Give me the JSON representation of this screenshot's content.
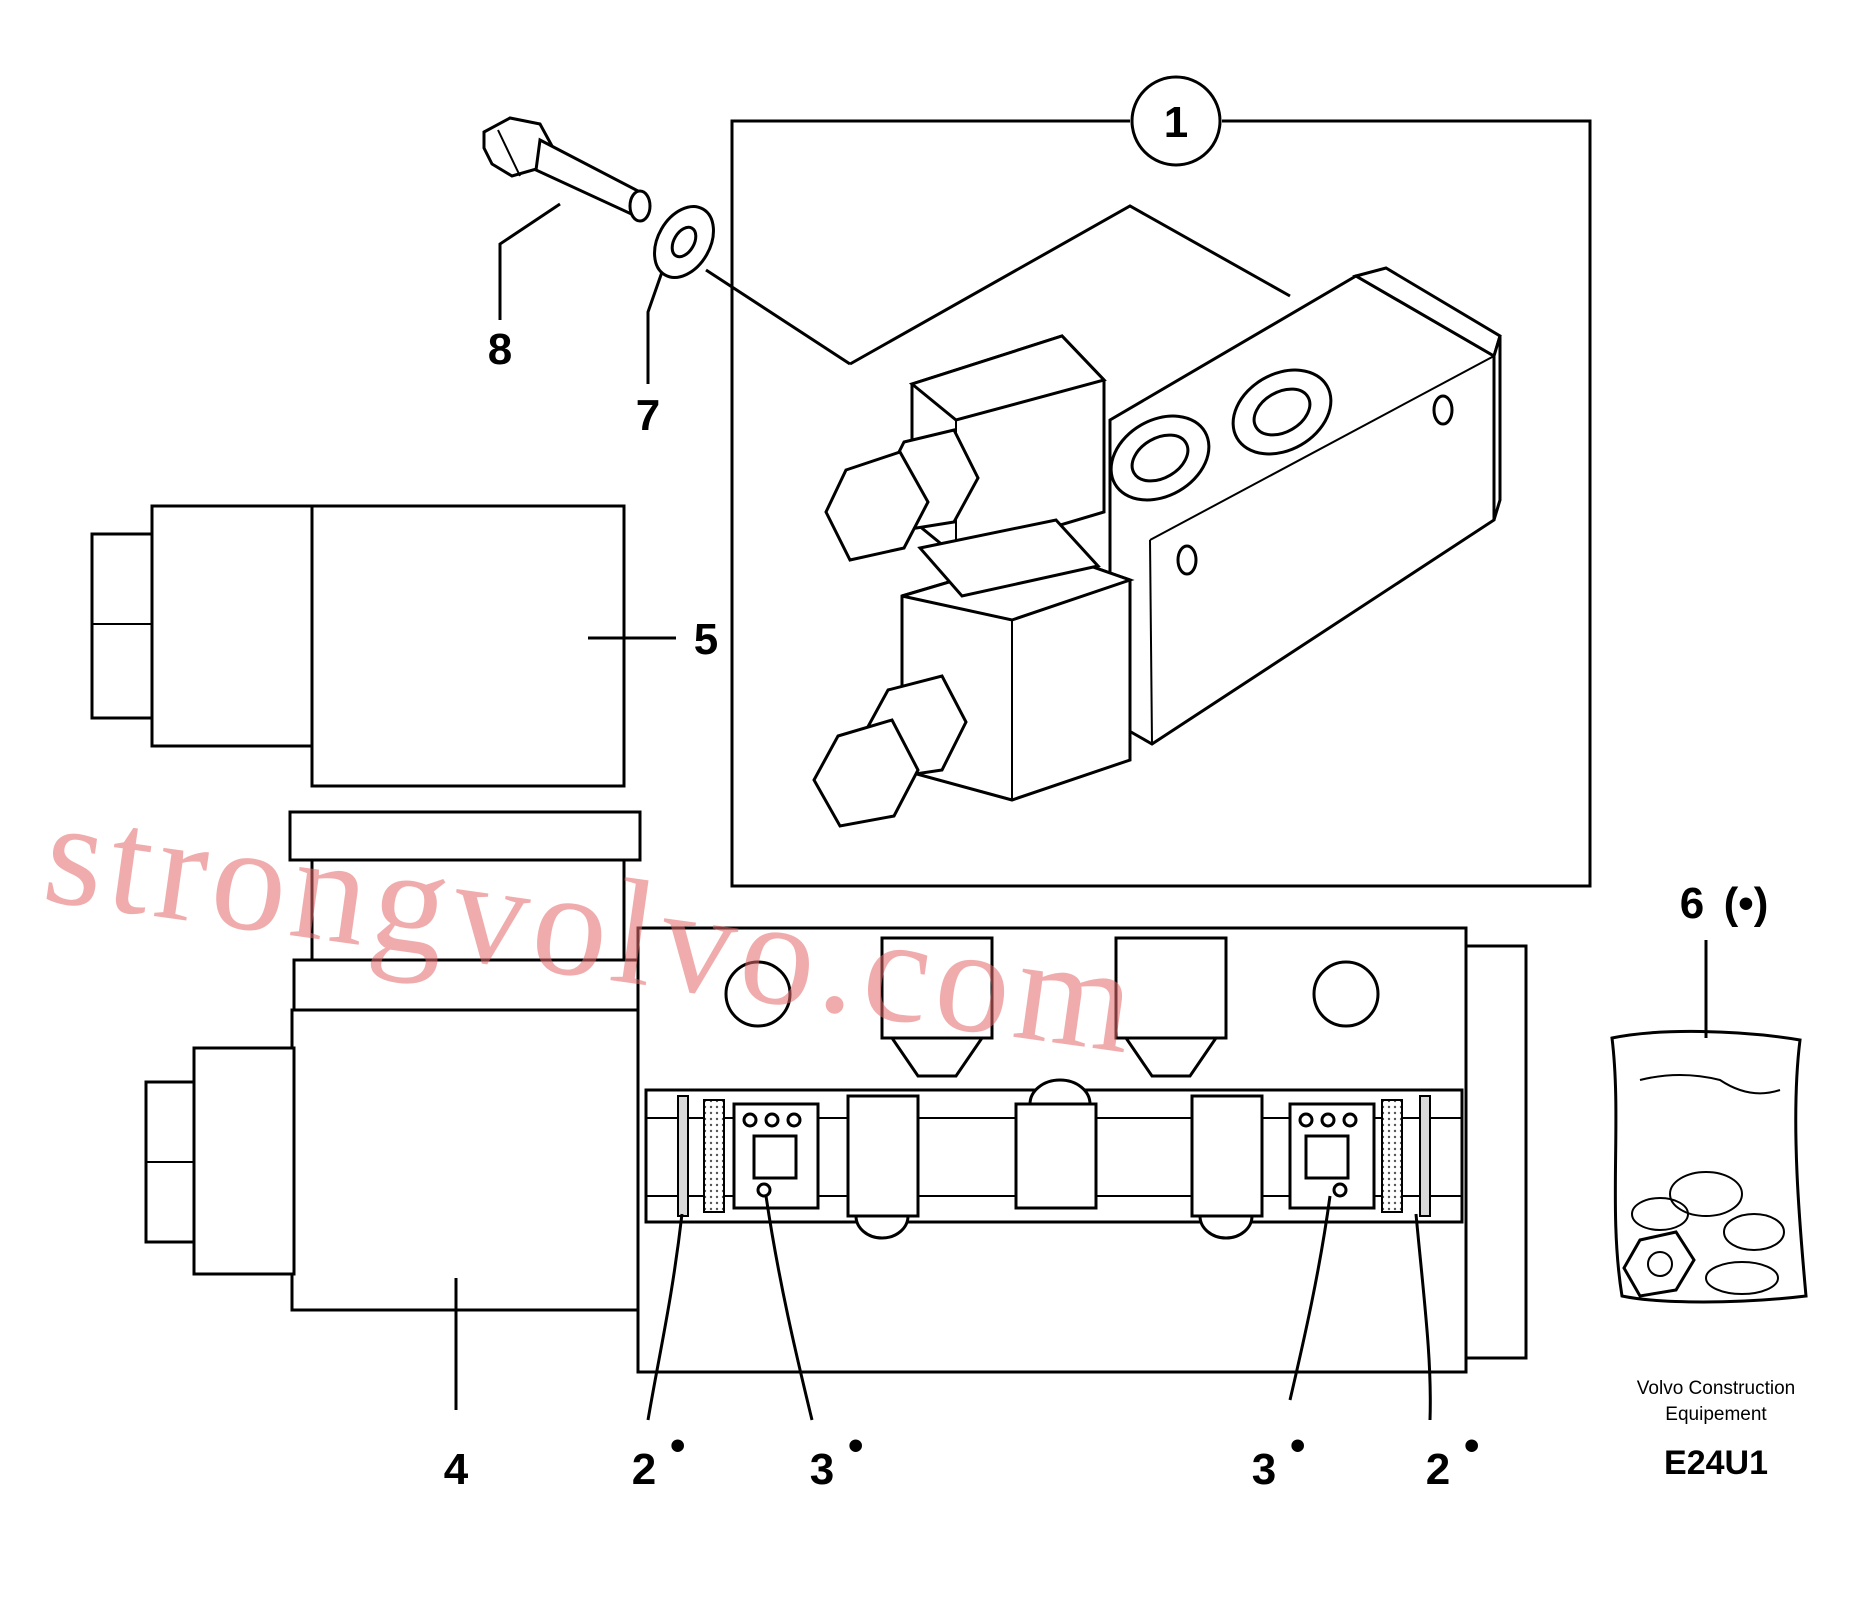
{
  "callouts": {
    "c1": "1",
    "c2a": "2",
    "c2b": "2",
    "c3a": "3",
    "c3b": "3",
    "c4": "4",
    "c5": "5",
    "c6": "6",
    "c6_suffix": "(•)",
    "c7": "7",
    "c8": "8",
    "mark": "•"
  },
  "footer": {
    "line1": "Volvo Construction",
    "line2": "Equipement",
    "code": "E24U1"
  },
  "watermark": "strongvolvo.com"
}
